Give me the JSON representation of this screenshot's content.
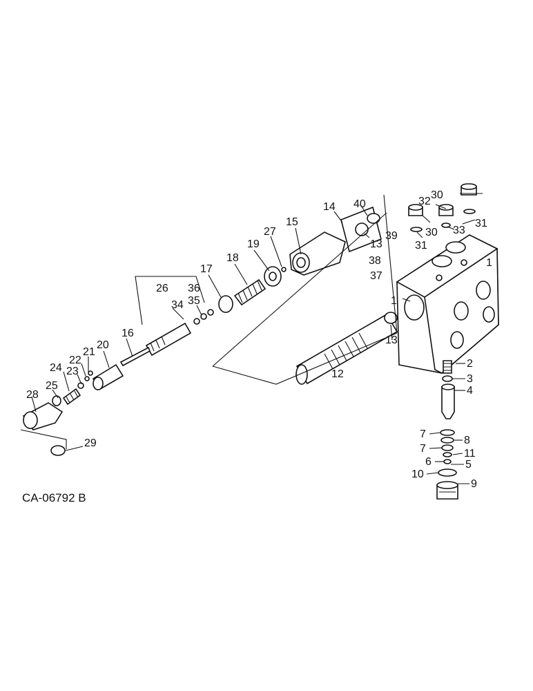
{
  "drawing_code": "CA-06792 B",
  "callouts": {
    "c1": "1",
    "c1b": "1",
    "c2": "2",
    "c3": "3",
    "c4": "4",
    "c5": "5",
    "c6": "6",
    "c7a": "7",
    "c7b": "7",
    "c8": "8",
    "c9": "9",
    "c10": "10",
    "c11": "11",
    "c12": "12",
    "c13a": "13",
    "c13b": "13",
    "c14": "14",
    "c15": "15",
    "c16": "16",
    "c17": "17",
    "c18": "18",
    "c19": "19",
    "c20": "20",
    "c21": "21",
    "c22": "22",
    "c23": "23",
    "c24": "24",
    "c25": "25",
    "c26": "26",
    "c27": "27",
    "c28": "28",
    "c29": "29",
    "c30a": "30",
    "c30b": "30",
    "c31a": "31",
    "c31b": "31",
    "c32": "32",
    "c33": "33",
    "c34": "34",
    "c35": "35",
    "c36": "36",
    "c37": "37",
    "c38": "38",
    "c39": "39",
    "c40": "40"
  }
}
